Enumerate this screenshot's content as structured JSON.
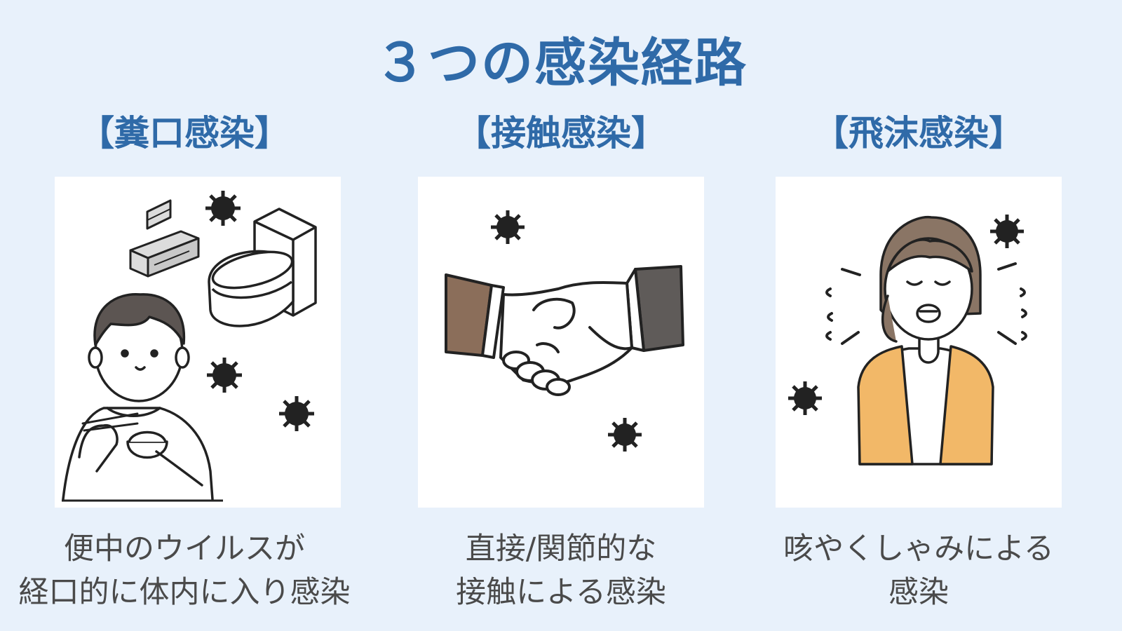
{
  "title": "３つの感染経路",
  "columns": [
    {
      "heading": "【糞口感染】",
      "caption": [
        "便中のウイルスが",
        "経口的に体内に入り感染"
      ]
    },
    {
      "heading": "【接触感染】",
      "caption": [
        "直接/関節的な",
        "接触による感染"
      ]
    },
    {
      "heading": "【飛沫感染】",
      "caption": [
        "咳やくしゃみによる",
        "感染"
      ]
    }
  ],
  "colors": {
    "background": "#e8f1fb",
    "accent": "#2f6aa8",
    "caption_text": "#4a4a4a",
    "sleeve_left": "#8b6e5a",
    "sleeve_right": "#5f5b59",
    "cardigan": "#f2b868",
    "hair": "#8a7565"
  },
  "icons": [
    "virus-icon",
    "toilet-icon",
    "toilet-paper-holder-icon",
    "handshake-icon",
    "boy-eating-icon",
    "coughing-woman-icon"
  ]
}
